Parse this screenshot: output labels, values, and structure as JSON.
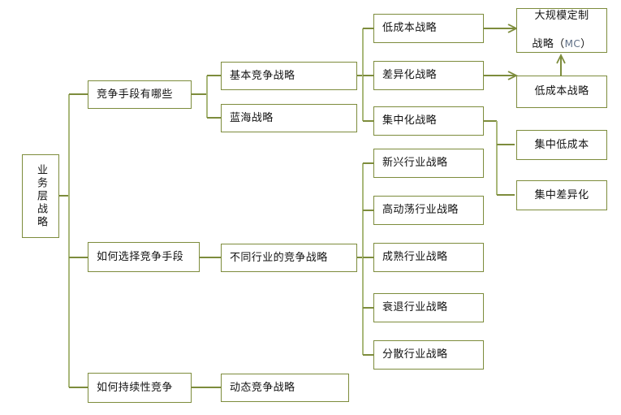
{
  "diagram": {
    "title_node": {
      "label": "业务层战略"
    },
    "colors": {
      "border": "#7d8c3c",
      "connector": "#7d8c3c",
      "connector_light": "#a9b87a",
      "text": "#121212",
      "accent_latin": "#5f6f86",
      "background": "#ffffff"
    },
    "level2": [
      {
        "id": "l2-1",
        "label": "竞争手段有哪些"
      },
      {
        "id": "l2-2",
        "label": "如何选择竞争手段"
      },
      {
        "id": "l2-3",
        "label": "如何持续性竞争"
      }
    ],
    "level3": [
      {
        "id": "l3-1",
        "label": "基本竞争战略"
      },
      {
        "id": "l3-2",
        "label": "蓝海战略"
      },
      {
        "id": "l3-3",
        "label": "不同行业的竞争战略"
      },
      {
        "id": "l3-4",
        "label": "动态竞争战略"
      }
    ],
    "level4_basic": [
      {
        "id": "l4-1",
        "label": "低成本战略"
      },
      {
        "id": "l4-2",
        "label": "差异化战略"
      },
      {
        "id": "l4-3",
        "label": "集中化战略"
      }
    ],
    "level4_industry": [
      {
        "id": "l4-i1",
        "label": "新兴行业战略"
      },
      {
        "id": "l4-i2",
        "label": "高动荡行业战略"
      },
      {
        "id": "l4-i3",
        "label": "成熟行业战略"
      },
      {
        "id": "l4-i4",
        "label": "衰退行业战略"
      },
      {
        "id": "l4-i5",
        "label": "分散行业战略"
      }
    ],
    "level5": [
      {
        "id": "l5-1",
        "label_line1": "大规模定制",
        "label_line2": "战略（",
        "label_mc": "MC",
        "label_line3": "）"
      },
      {
        "id": "l5-2",
        "label": "低成本战略"
      },
      {
        "id": "l5-3",
        "label": "集中低成本"
      },
      {
        "id": "l5-4",
        "label": "集中差异化"
      }
    ]
  }
}
